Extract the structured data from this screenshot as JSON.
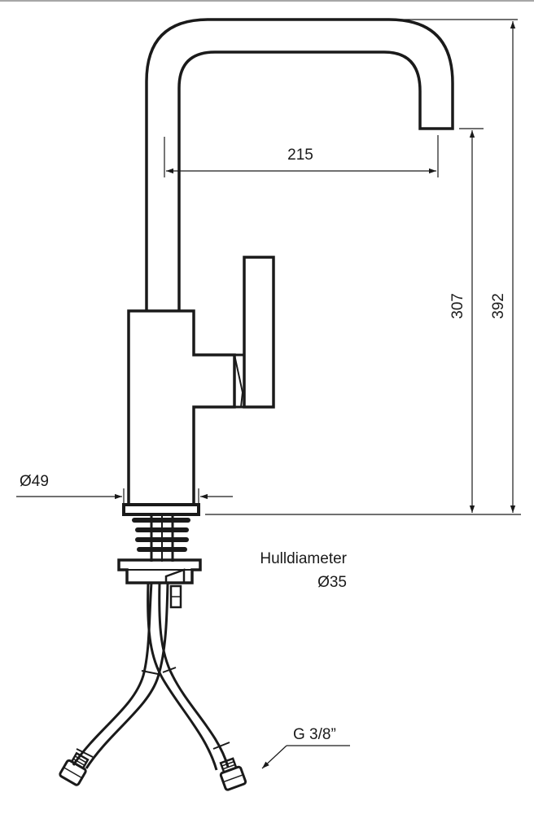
{
  "dimensions": {
    "spout_reach": "215",
    "spout_height": "307",
    "total_height": "392",
    "base_diameter": "Ø49",
    "hole_diameter_label": "Hulldiameter",
    "hole_diameter_value": "Ø35",
    "connection_thread": "G 3/8”"
  },
  "colors": {
    "line": "#1a1a1a",
    "background": "#ffffff"
  }
}
